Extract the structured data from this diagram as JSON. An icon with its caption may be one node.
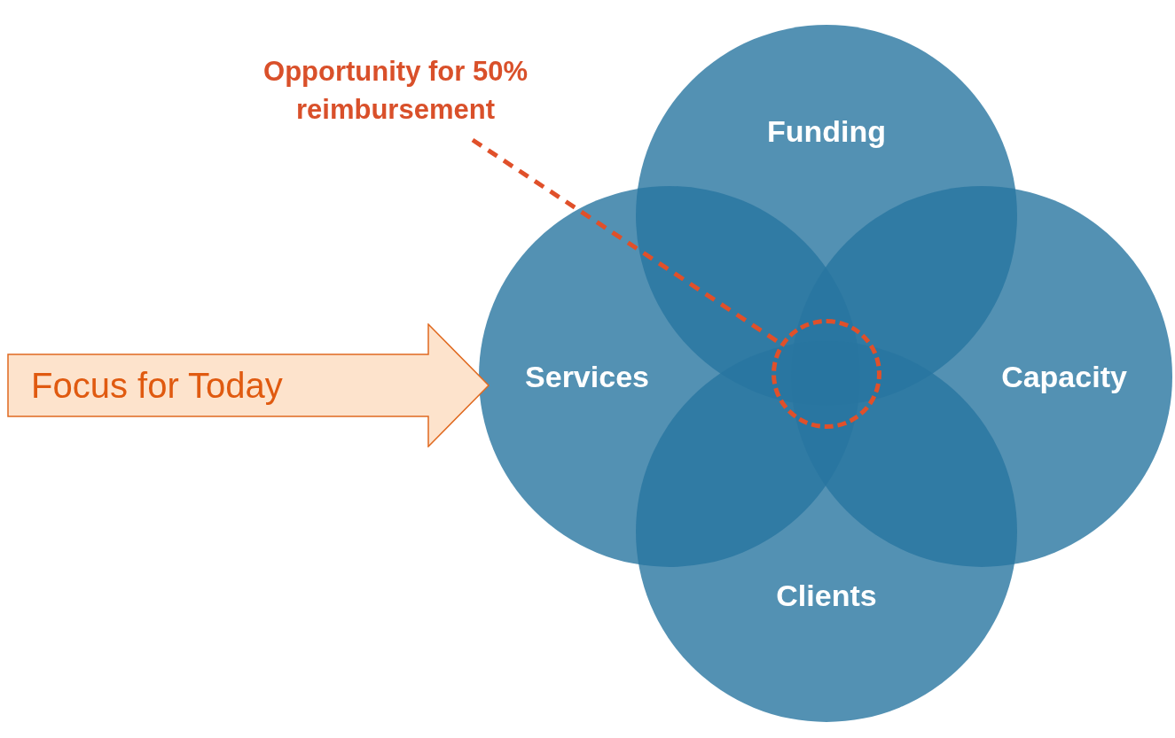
{
  "diagram": {
    "nodes": [
      {
        "text": [
          "Opportunity for 50% reimbursement"
        ]
      },
      {
        "text": [
          "Funding"
        ]
      },
      {
        "text": [
          "Services"
        ]
      },
      {
        "text": [
          "Capacity"
        ]
      },
      {
        "text": [
          "Clients"
        ]
      },
      {
        "text": [],
        "shape": "circle"
      },
      {
        "text": [
          "Focus for Today"
        ]
      }
    ],
    "edges": [
      {
        "from": 0,
        "to": 5,
        "arrow": "none",
        "style": "dashed",
        "color": "#e0502a"
      }
    ]
  }
}
